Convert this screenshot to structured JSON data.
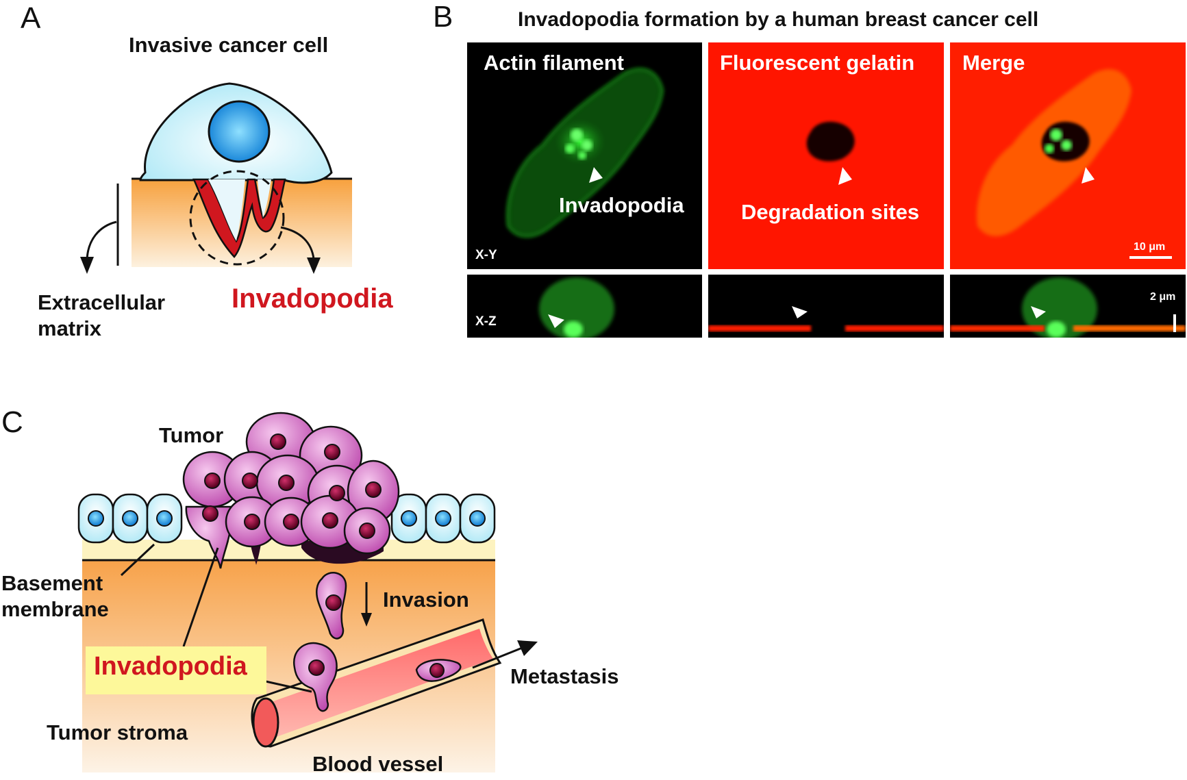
{
  "panel_a": {
    "letter": "A",
    "title": "Invasive cancer cell",
    "ecm_label_1": "Extracellular",
    "ecm_label_2": "matrix",
    "invadopodia_label": "Invadopodia"
  },
  "panel_b": {
    "letter": "B",
    "title": "Invadopodia formation by a human breast cancer cell",
    "col_actin": "Actin filament",
    "col_gelatin": "Fluorescent gelatin",
    "col_merge": "Merge",
    "invadopodia_label": "Invadopodia",
    "degradation_label": "Degradation sites",
    "xy_label": "X-Y",
    "xz_label": "X-Z",
    "scale_xy": "10 μm",
    "scale_xz": "2 μm"
  },
  "panel_c": {
    "letter": "C",
    "tumor": "Tumor",
    "basement_1": "Basement",
    "basement_2": "membrane",
    "invasion": "Invasion",
    "invadopodia": "Invadopodia",
    "metastasis": "Metastasis",
    "stroma": "Tumor stroma",
    "vessel": "Blood vessel"
  },
  "colors": {
    "invadopodia_red": "#d0171f",
    "cell_cyan": "#bfeefa",
    "nucleus_blue": "#1a8fe0",
    "tumor_magenta": "#c85ab8",
    "ecm_orange": "#f7a24a",
    "gelatin_red": "#ff1a00",
    "actin_green": "#22d822"
  }
}
